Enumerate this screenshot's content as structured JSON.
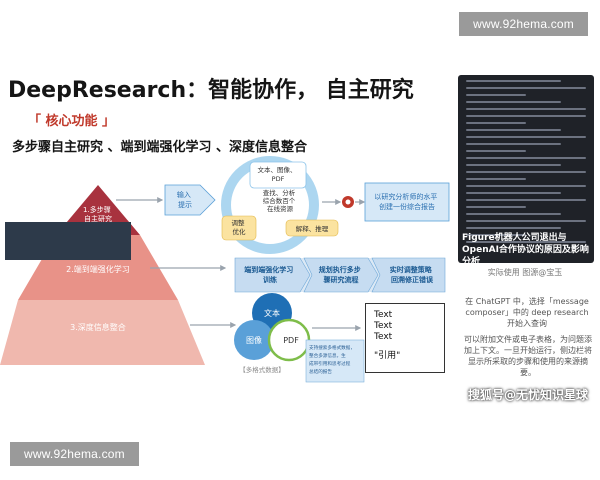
{
  "watermark": {
    "top": "www.92hema.com",
    "bottom": "www.92hema.com"
  },
  "title": "DeepResearch：智能协作， 自主研究",
  "subtitle": "「 核心功能 」",
  "tagline": "多步骤自主研究 、端到端强化学习 、深度信息整合",
  "pyramid": {
    "levels": [
      "1.多步骤\n自主研究",
      "2.端到端强化学习",
      "3.深度信息整合"
    ],
    "colors": [
      "#a8323e",
      "#e89288",
      "#f0b8ae"
    ]
  },
  "flow1": {
    "input": "输入\n提示",
    "cycle": {
      "top": "文本、图像、\nPDF",
      "middle": "查找、分析\n综合数百个\n在线资源",
      "left": "调整\n优化",
      "right": "解释、推理"
    },
    "output": "以研究分析师的水平\n创建一份综合报告"
  },
  "flow2": {
    "steps": [
      "端到端强化学习\n训练",
      "规划执行多步\n骤研究流程",
      "实时调整策略\n回溯修正错误"
    ]
  },
  "flow3": {
    "circles": [
      "文本",
      "图像",
      "PDF"
    ],
    "caption": "【多格式数据】",
    "note": "支持搜索多格式数据，\n整合多源信息，生\n成带引用和思考过程\n总结的报告",
    "output_lines": [
      "Text",
      "Text",
      "Text",
      "\"引用\""
    ]
  },
  "panel": {
    "headline": "Figure机器人公司退出与OpenAI合作协议的原因及影响分析",
    "caption": "实际使用  图源@宝玉",
    "para1": "在 ChatGPT 中，选择「message composer」中的 deep research 开始入查询",
    "para2": "可以附加文件或电子表格，为问题添加上下文。一旦开始运行，侧边栏将显示所采取的步骤和使用的来源摘要。",
    "source": "搜狐号@无忧知识星球"
  },
  "colors": {
    "accent_red": "#a8323e",
    "accent_blue": "#3a8fd0",
    "light_blue": "#d6e8f7"
  }
}
